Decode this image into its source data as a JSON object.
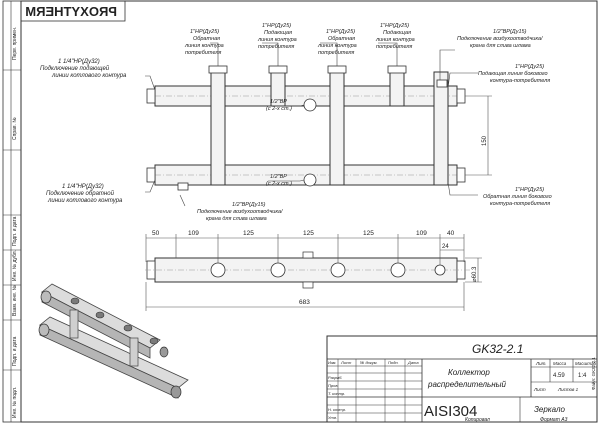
{
  "brand": "PROXYTHERM",
  "left_stamp": {
    "cells": [
      "Перв. примен.",
      "Справ. №",
      "Подп. и дата",
      "Инв. № дубл.",
      "Взам. инв. №",
      "Подп. и дата",
      "Инв. № подл."
    ]
  },
  "callouts": {
    "top_left": {
      "size": "1 1/4\"НР(Ду32)",
      "text1": "Подключение подающей",
      "text2": "линии котлового контура"
    },
    "top_1": {
      "size": "1\"НР(Ду25)",
      "text1": "Обратная",
      "text2": "линия контура",
      "text3": "потребителя"
    },
    "top_2": {
      "size": "1\"НР(Ду25)",
      "text1": "Подающая",
      "text2": "линия контура",
      "text3": "потребителя"
    },
    "top_3": {
      "size": "1\"НР(Ду25)",
      "text1": "Обратная",
      "text2": "линия контура",
      "text3": "потребителя"
    },
    "top_4": {
      "size": "1\"НР(Ду25)",
      "text1": "Подающая",
      "text2": "линия контура",
      "text3": "потребителя"
    },
    "top_right": {
      "size": "1/2\"ВР(Ду15)",
      "text1": "Подключение воздухоотводчика/",
      "text2": "крана для слива шлама"
    },
    "right_upper": {
      "size": "1\"НР(Ду25)",
      "text1": "Подающая линия бокового",
      "text2": "контура-потребителя"
    },
    "center_upper": {
      "size": "1/2\"ВР",
      "text1": "(с 2-х ст.)"
    },
    "center_lower": {
      "size": "1/2\"ВР",
      "text1": "(с 2-х ст.)"
    },
    "bottom_left": {
      "size": "1 1/4\"НР(Ду32)",
      "text1": "Подключение обратной",
      "text2": "линии котлового контура"
    },
    "bottom_mid": {
      "size": "1/2\"ВР(Ду15)",
      "text1": "Подключение воздухоотводчика/",
      "text2": "крана для слива шлама"
    },
    "right_lower": {
      "size": "1\"НР(Ду25)",
      "text1": "Обратная линия бокового",
      "text2": "контура-потребителя"
    }
  },
  "dimensions": {
    "vertical": "150",
    "d1": "50",
    "d2": "109",
    "d3": "125",
    "d4": "125",
    "d5": "125",
    "d6": "109",
    "d7": "40",
    "d8": "24",
    "diameter": "⌀60.3",
    "total": "683"
  },
  "title_block": {
    "code": "GK32-2.1",
    "name1": "Коллектор",
    "name2": "распределительный",
    "material": "AISI304",
    "col_lit": "Лит.",
    "col_mass": "Масса",
    "col_scale": "Масштаб",
    "mass": "4.59",
    "scale": "1:4",
    "sheet": "Лист",
    "sheets": "Листов 1",
    "mirror": "Зеркало",
    "rows": [
      "Изм.",
      "Лист",
      "№ докум.",
      "Подп.",
      "Дата"
    ],
    "roles": [
      "Разраб.",
      "Пров.",
      "Т. контр.",
      "Н. контр.",
      "Утв."
    ],
    "copied": "Копировал",
    "format": "Формат А3",
    "file": "Файл: GK32-2.1"
  }
}
